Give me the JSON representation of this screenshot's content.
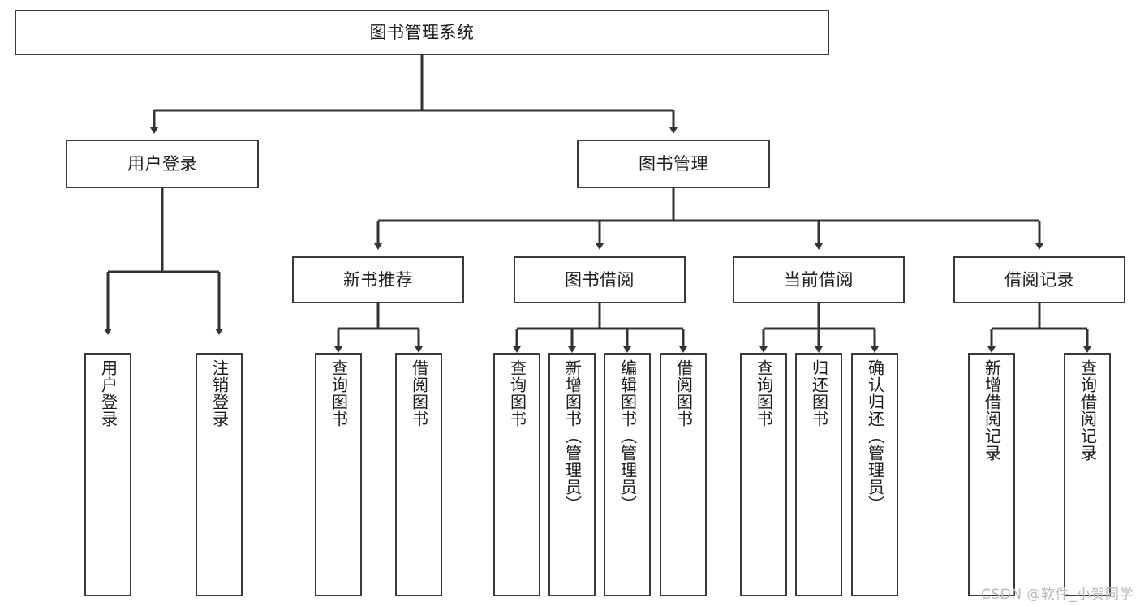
{
  "diagram": {
    "type": "hierarchy-tree",
    "title": "图书管理系统",
    "orientation": "top-down",
    "arrow_style": "filled-triangle",
    "colors": {
      "background": "#ffffff",
      "box_border": "#3a3a3a",
      "box_fill": "#ffffff",
      "connector": "#333333",
      "text": "#1b1b1b",
      "watermark": "#b9b9b9"
    },
    "nodes": {
      "root": {
        "label": "图书管理系统",
        "level": 0
      },
      "level1": [
        {
          "id": "user-login",
          "label": "用户登录"
        },
        {
          "id": "book-manage",
          "label": "图书管理"
        }
      ],
      "level2": [
        {
          "id": "new-book-recommend",
          "label": "新书推荐",
          "parent": "book-manage"
        },
        {
          "id": "book-borrow",
          "label": "图书借阅",
          "parent": "book-manage"
        },
        {
          "id": "current-borrow",
          "label": "当前借阅",
          "parent": "book-manage"
        },
        {
          "id": "borrow-record",
          "label": "借阅记录",
          "parent": "book-manage"
        }
      ],
      "leaves": [
        {
          "id": "leaf-user-login",
          "label": "用户登录",
          "parent": "user-login"
        },
        {
          "id": "leaf-logout",
          "label": "注销登录",
          "parent": "user-login"
        },
        {
          "id": "leaf-query-book-1",
          "label": "查询图书",
          "parent": "new-book-recommend"
        },
        {
          "id": "leaf-borrow-book-1",
          "label": "借阅图书",
          "parent": "new-book-recommend"
        },
        {
          "id": "leaf-query-book-2",
          "label": "查询图书",
          "parent": "book-borrow"
        },
        {
          "id": "leaf-add-book",
          "label": "新增图书（管理员）",
          "parent": "book-borrow"
        },
        {
          "id": "leaf-edit-book",
          "label": "编辑图书（管理员）",
          "parent": "book-borrow"
        },
        {
          "id": "leaf-borrow-book-2",
          "label": "借阅图书",
          "parent": "book-borrow"
        },
        {
          "id": "leaf-query-book-3",
          "label": "查询图书",
          "parent": "current-borrow"
        },
        {
          "id": "leaf-return-book",
          "label": "归还图书",
          "parent": "current-borrow"
        },
        {
          "id": "leaf-confirm-return",
          "label": "确认归还（管理员）",
          "parent": "current-borrow"
        },
        {
          "id": "leaf-add-record",
          "label": "新增借阅记录",
          "parent": "borrow-record"
        },
        {
          "id": "leaf-query-record",
          "label": "查询借阅记录",
          "parent": "borrow-record"
        }
      ]
    }
  },
  "watermark": {
    "text": "CSDN @软件_小贺同学"
  }
}
